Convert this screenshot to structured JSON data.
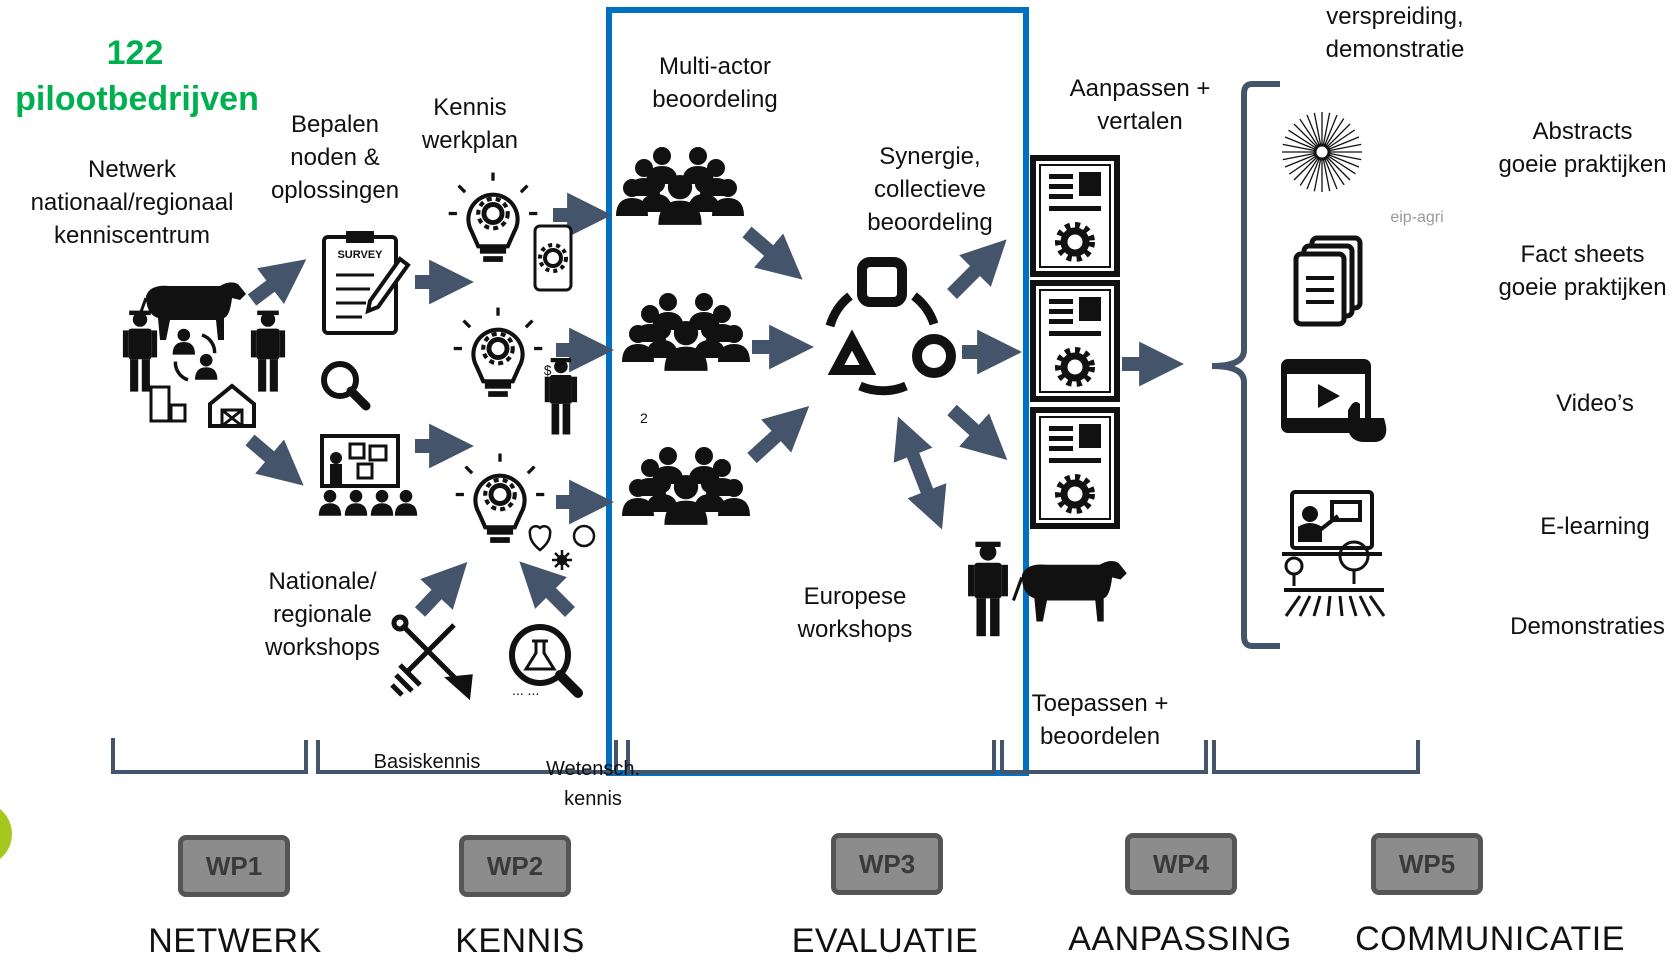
{
  "pilot": {
    "count": "122",
    "label": "pilootbedrijven"
  },
  "labels": {
    "netwerk": "Netwerk\nnationaal/regionaal\nkenniscentrum",
    "bepalen": "Bepalen\nnoden &\noplossingen",
    "kennis_werkplan": "Kennis\nwerkplan",
    "survey": "SURVEY",
    "nationale": "Nationale/\nregionale\nworkshops",
    "basiskennis": "Basiskennis",
    "wetensch": "Wetensch.\nkennis",
    "multi_actor": "Multi-actor\nbeoordeling",
    "synergie": "Synergie,\ncollectieve\nbeoordeling",
    "europese": "Europese\nworkshops",
    "aanpassen": "Aanpassen +\nvertalen",
    "toepassen": "Toepassen +\nbeoordelen",
    "verspreiding": "verspreiding,\ndemonstratie",
    "abstracts": "Abstracts\ngoeie praktijken",
    "factsheets": "Fact sheets\ngoeie praktijken",
    "videos": "Video’s",
    "elearning": "E-learning",
    "demonstraties": "Demonstraties",
    "eip_agri": "eip-agri",
    "stray_digit": "2"
  },
  "work_packages": [
    {
      "code": "WP1",
      "phase": "NETWERK"
    },
    {
      "code": "WP2",
      "phase": "KENNIS"
    },
    {
      "code": "WP3",
      "phase": "EVALUATIE"
    },
    {
      "code": "WP4",
      "phase": "AANPASSING"
    },
    {
      "code": "WP5",
      "phase": "COMMUNICATIE"
    }
  ],
  "colors": {
    "arrow": "#44546a",
    "highlight_box": "#0070c0",
    "green_title": "#00b050",
    "wp_fill": "#8c8c8c"
  },
  "icons": [
    "cow-icon",
    "farmer-icon",
    "barn-icon",
    "survey-clipboard-icon",
    "magnifier-icon",
    "workshop-board-icon",
    "lightbulb-gear-icon",
    "phone-gear-icon",
    "people-group-icon",
    "synergy-cycle-icon",
    "document-gear-icon",
    "eip-agri-logo-icon",
    "documents-icon",
    "video-click-icon",
    "elearning-icon",
    "field-trees-icon",
    "tools-icon",
    "science-magnifier-icon"
  ]
}
